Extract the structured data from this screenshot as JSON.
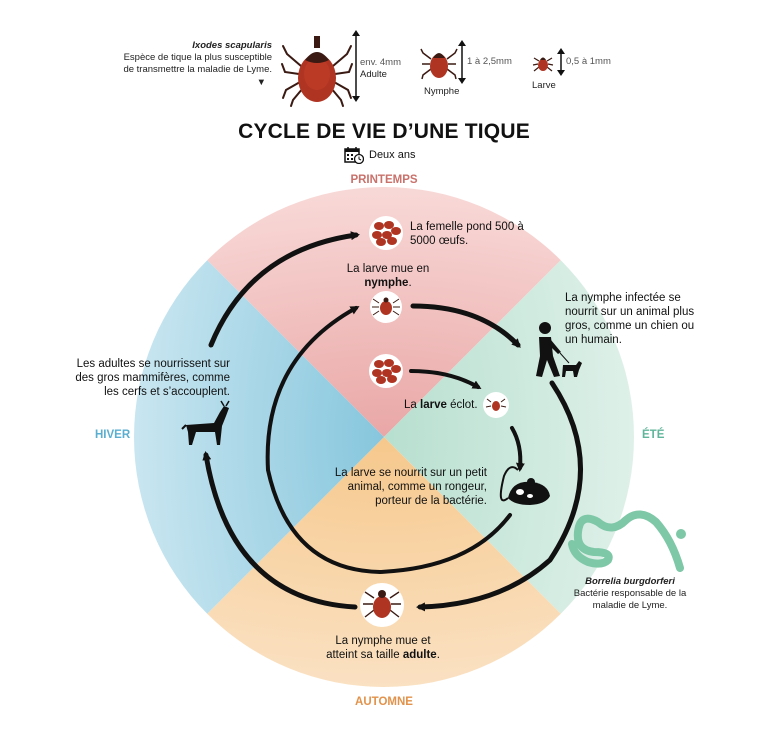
{
  "header": {
    "species_name": "Ixodes scapularis",
    "species_desc": "Espèce de tique la plus susceptible de transmettre la maladie de Lyme.",
    "adult_size": "env. 4mm",
    "adult_label": "Adulte",
    "nymph_size": "1 à 2,5mm",
    "nymph_label": "Nymphe",
    "larva_size": "0,5 à 1mm",
    "larva_label": "Larve"
  },
  "title": "CYCLE DE VIE D’UNE TIQUE",
  "duration": "Deux ans",
  "seasons": {
    "spring": "PRINTEMPS",
    "summer": "ÉTÉ",
    "autumn": "AUTOMNE",
    "winter": "HIVER"
  },
  "steps": {
    "eggs": "La femelle pond 500 à 5000 œufs.",
    "larva_molt_a": "La larve mue en",
    "larva_molt_b": "nymphe",
    "nymph_feeds": "La nymphe infectée se nourrit sur un animal plus gros, comme un chien ou un humain.",
    "larva_hatch_a": "La",
    "larva_hatch_b": "larve",
    "larva_hatch_c": "éclot.",
    "larva_feeds": "La larve se nourrit sur un petit animal, comme un rongeur, porteur de la bactérie.",
    "nymph_molt_a": "La nymphe mue et atteint sa taille",
    "nymph_molt_b": "adulte",
    "adults_feed": "Les adultes se nourrissent sur des gros mammifères, comme les cerfs et s’accouplent."
  },
  "bacteria": {
    "name": "Borrelia burgdorferi",
    "desc": "Bactérie responsable de la maladie de Lyme."
  },
  "colors": {
    "spring": "#f2c9c7",
    "summer": "#cfe9df",
    "autumn": "#f9d9b3",
    "winter": "#b9dbe8",
    "spring_text": "#c9716b",
    "summer_text": "#5fb59a",
    "autumn_text": "#e2924a",
    "winter_text": "#5aaed0",
    "tick": "#b03422",
    "bacteria": "#7ec7a7"
  },
  "icons": [
    "tick-icon",
    "calendar-icon",
    "eggs-icon",
    "person-with-dog-icon",
    "mouse-icon",
    "deer-icon",
    "bacteria-icon",
    "arrow-icon"
  ]
}
